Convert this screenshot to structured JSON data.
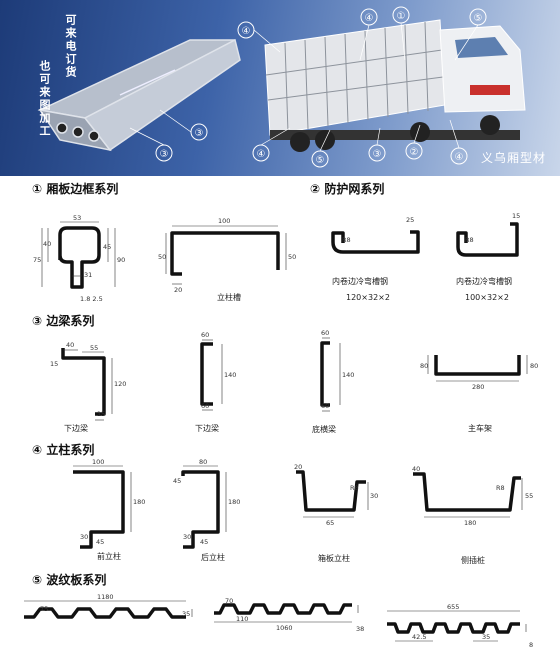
{
  "banner": {
    "text_right": "可来电订货",
    "text_left": "也可来图加工",
    "brand": "义乌厢型材",
    "callouts": [
      "④",
      "①",
      "⑤",
      "④",
      "③",
      "③",
      "④",
      "⑤",
      "③",
      "②",
      "④"
    ]
  },
  "sections": {
    "s1": "① 厢板边框系列",
    "s2": "② 防护网系列",
    "s3": "③ 边梁系列",
    "s4": "④ 立柱系列",
    "s5": "⑤ 波纹板系列"
  },
  "labels": {
    "pillar_channel": "立柱槽",
    "inner_roll_1": "内卷边冷弯槽钢",
    "spec_1": "120×32×2",
    "inner_roll_2": "内卷边冷弯槽钢",
    "spec_2": "100×32×2",
    "lower_beam_1": "下边梁",
    "lower_beam_2": "下边梁",
    "bottom_beam": "底横梁",
    "main_frame": "主车架",
    "front_post": "前立柱",
    "rear_post": "后立柱",
    "box_post": "箱板立柱",
    "side_post": "侧插桩"
  },
  "dims": {
    "f1_53": "53",
    "f1_40": "40",
    "f1_75": "75",
    "f1_45": "45",
    "f1_90": "90",
    "f1_31": "31",
    "f1_thk": "1.8  2.5",
    "f2_100": "100",
    "f2_50a": "50",
    "f2_50b": "50",
    "f2_20": "20",
    "f3_25": "25",
    "f3_r8": "R8",
    "f4_15": "15",
    "f4_r8": "R8",
    "b1_40": "40",
    "b1_55": "55",
    "b1_15a": "15",
    "b1_120": "120",
    "b1_15b": "15",
    "b2_60a": "60",
    "b2_140": "140",
    "b2_60b": "60",
    "b3_60a": "60",
    "b3_140": "140",
    "b3_60b": "60",
    "b4_80a": "80",
    "b4_280": "280",
    "b4_80b": "80",
    "p1_100": "100",
    "p1_180": "180",
    "p1_30": "30",
    "p1_45": "45",
    "p2_80": "80",
    "p2_45a": "45",
    "p2_180": "180",
    "p2_30": "30",
    "p2_45b": "45",
    "p3_20": "20",
    "p3_r8": "R8",
    "p3_30": "30",
    "p3_65": "65",
    "p4_40": "40",
    "p4_r8": "R8",
    "p4_55": "55",
    "p4_180": "180",
    "c1_1180": "1180",
    "c1_75": "75",
    "c1_35": "35",
    "c2_70": "70",
    "c2_110": "110",
    "c2_1060": "1060",
    "c2_38": "38",
    "c3_655": "655",
    "c3_42": "42.5",
    "c3_35": "35",
    "c3_8": "8"
  }
}
